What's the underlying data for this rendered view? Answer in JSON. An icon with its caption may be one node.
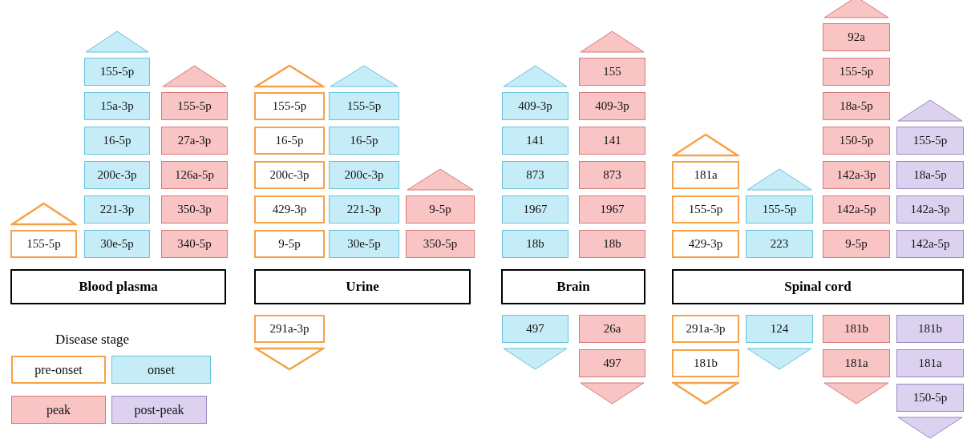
{
  "diagram": {
    "nodes": [
      {
        "text": [
          "Blood plasma"
        ]
      },
      {
        "text": [],
        "shape": "triangle"
      },
      {
        "text": [
          "155-5p"
        ]
      },
      {
        "text": [],
        "shape": "triangle"
      },
      {
        "text": [
          "155-5p"
        ]
      },
      {
        "text": [
          "15a-3p"
        ]
      },
      {
        "text": [
          "16-5p"
        ]
      },
      {
        "text": [
          "200c-3p"
        ]
      },
      {
        "text": [
          "221-3p"
        ]
      },
      {
        "text": [
          "30e-5p"
        ]
      },
      {
        "text": [],
        "shape": "triangle"
      },
      {
        "text": [
          "155-5p"
        ]
      },
      {
        "text": [
          "27a-3p"
        ]
      },
      {
        "text": [
          "126a-5p"
        ]
      },
      {
        "text": [
          "350-3p"
        ]
      },
      {
        "text": [
          "340-5p"
        ]
      },
      {
        "text": [
          "Urine"
        ]
      },
      {
        "text": [],
        "shape": "triangle"
      },
      {
        "text": [
          "155-5p"
        ]
      },
      {
        "text": [
          "16-5p"
        ]
      },
      {
        "text": [
          "200c-3p"
        ]
      },
      {
        "text": [
          "429-3p"
        ]
      },
      {
        "text": [
          "9-5p"
        ]
      },
      {
        "text": [
          "291a-3p"
        ]
      },
      {
        "text": [],
        "shape": "triangle"
      },
      {
        "text": [],
        "shape": "triangle"
      },
      {
        "text": [
          "155-5p"
        ]
      },
      {
        "text": [
          "16-5p"
        ]
      },
      {
        "text": [
          "200c-3p"
        ]
      },
      {
        "text": [
          "221-3p"
        ]
      },
      {
        "text": [
          "30e-5p"
        ]
      },
      {
        "text": [],
        "shape": "triangle"
      },
      {
        "text": [
          "9-5p"
        ]
      },
      {
        "text": [
          "350-5p"
        ]
      },
      {
        "text": [
          "Brain"
        ]
      },
      {
        "text": [],
        "shape": "triangle"
      },
      {
        "text": [
          "409-3p"
        ]
      },
      {
        "text": [
          "141"
        ]
      },
      {
        "text": [
          "873"
        ]
      },
      {
        "text": [
          "1967"
        ]
      },
      {
        "text": [
          "18b"
        ]
      },
      {
        "text": [
          "497"
        ]
      },
      {
        "text": [],
        "shape": "triangle"
      },
      {
        "text": [],
        "shape": "triangle"
      },
      {
        "text": [
          "155"
        ]
      },
      {
        "text": [
          "409-3p"
        ]
      },
      {
        "text": [
          "141"
        ]
      },
      {
        "text": [
          "873"
        ]
      },
      {
        "text": [
          "1967"
        ]
      },
      {
        "text": [
          "18b"
        ]
      },
      {
        "text": [
          "26a"
        ]
      },
      {
        "text": [
          "497"
        ]
      },
      {
        "text": [],
        "shape": "triangle"
      },
      {
        "text": [
          "Spinal cord"
        ]
      },
      {
        "text": [],
        "shape": "triangle"
      },
      {
        "text": [
          "181a"
        ]
      },
      {
        "text": [
          "155-5p"
        ]
      },
      {
        "text": [
          "429-3p"
        ]
      },
      {
        "text": [
          "291a-3p"
        ]
      },
      {
        "text": [
          "181b"
        ]
      },
      {
        "text": [],
        "shape": "triangle"
      },
      {
        "text": [],
        "shape": "triangle"
      },
      {
        "text": [
          "155-5p"
        ]
      },
      {
        "text": [
          "223"
        ]
      },
      {
        "text": [
          "124"
        ]
      },
      {
        "text": [],
        "shape": "triangle"
      },
      {
        "text": [],
        "shape": "triangle"
      },
      {
        "text": [
          "92a"
        ]
      },
      {
        "text": [
          "155-5p"
        ]
      },
      {
        "text": [
          "18a-5p"
        ]
      },
      {
        "text": [
          "150-5p"
        ]
      },
      {
        "text": [
          "142a-3p"
        ]
      },
      {
        "text": [
          "142a-5p"
        ]
      },
      {
        "text": [
          "9-5p"
        ]
      },
      {
        "text": [
          "181b"
        ]
      },
      {
        "text": [
          "181a"
        ]
      },
      {
        "text": [],
        "shape": "triangle"
      },
      {
        "text": [],
        "shape": "triangle"
      },
      {
        "text": [
          "155-5p"
        ]
      },
      {
        "text": [
          "18a-5p"
        ]
      },
      {
        "text": [
          "142a-3p"
        ]
      },
      {
        "text": [
          "142a-5p"
        ]
      },
      {
        "text": [
          "181b"
        ]
      },
      {
        "text": [
          "181a"
        ]
      },
      {
        "text": [
          "150-5p"
        ]
      },
      {
        "text": [],
        "shape": "triangle"
      }
    ],
    "labels": [
      "Disease stage"
    ],
    "legend": [
      {
        "text": "pre-onset",
        "color": "#f7a148"
      },
      {
        "text": "onset",
        "color": "#c6edf7"
      },
      {
        "text": "peak",
        "color": "#f8c4c4"
      },
      {
        "text": "post-peak",
        "color": "#dcd2ef"
      }
    ]
  }
}
